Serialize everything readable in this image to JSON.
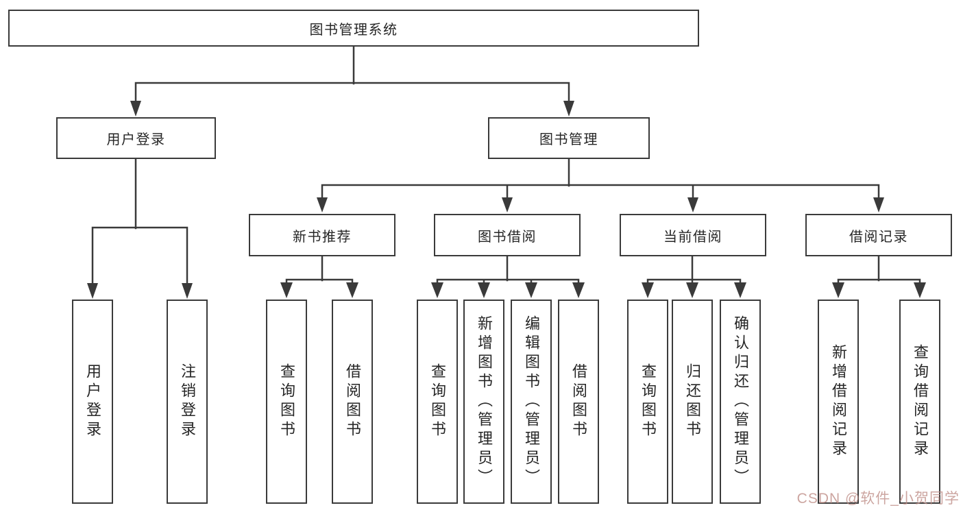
{
  "nodes": {
    "root": "图书管理系统",
    "user_login": "用户登录",
    "book_mgmt": "图书管理",
    "new_book": "新书推荐",
    "book_borrow": "图书借阅",
    "current_borrow": "当前借阅",
    "borrow_record": "借阅记录",
    "leaves": {
      "ul_login": "用户登录",
      "ul_logout": "注销登录",
      "nb_query": "查询图书",
      "nb_borrow": "借阅图书",
      "bb_query": "查询图书",
      "bb_add": "新增图书（管理员）",
      "bb_edit": "编辑图书（管理员）",
      "bb_borrow": "借阅图书",
      "cb_query": "查询图书",
      "cb_return": "归还图书",
      "cb_confirm": "确认归还（管理员）",
      "br_add": "新增借阅记录",
      "br_query": "查询借阅记录"
    }
  },
  "watermark": {
    "text": "CSDN @软件_小贺同学",
    "color": "#be8c85"
  },
  "colors": {
    "line": "#3a3a3a",
    "box_border": "#3a3a3a",
    "box_fill": "#ffffff",
    "text": "#262626",
    "background": "#ffffff"
  }
}
